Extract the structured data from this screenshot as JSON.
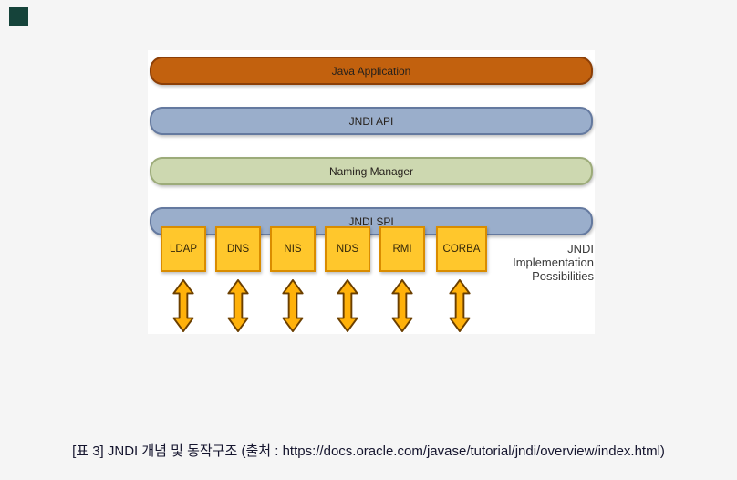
{
  "page": {
    "background": "#f5f5f5",
    "bullet_color": "#15433a"
  },
  "diagram": {
    "panel_background": "#ffffff",
    "layers": [
      {
        "label": "Java Application",
        "fill": "#c2610e",
        "border": "#8c3f07"
      },
      {
        "label": "JNDI API",
        "fill": "#9aaecb",
        "border": "#64799f"
      },
      {
        "label": "Naming Manager",
        "fill": "#cdd8b0",
        "border": "#9cab79"
      },
      {
        "label": "JNDI SPI",
        "fill": "#9aaecb",
        "border": "#64799f"
      }
    ],
    "providers": [
      {
        "label": "LDAP"
      },
      {
        "label": "DNS"
      },
      {
        "label": "NIS"
      },
      {
        "label": "NDS"
      },
      {
        "label": "RMI"
      },
      {
        "label": "CORBA"
      }
    ],
    "provider_fill": "#ffc72c",
    "provider_border": "#d98c00",
    "arrow_fill": "#ffb10a",
    "arrow_outline": "#6b3f00",
    "side_note_lines": [
      "JNDI",
      "Implementation",
      "Possibilities"
    ]
  },
  "caption": {
    "text": "[표 3] JNDI 개념 및 동작구조 (출처 : https://docs.oracle.com/javase/tutorial/jndi/overview/index.html)"
  }
}
